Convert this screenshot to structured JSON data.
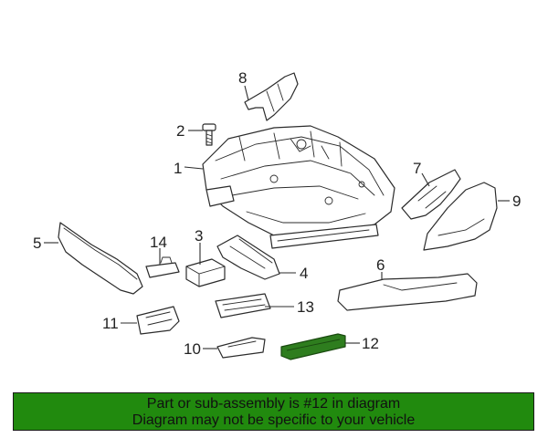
{
  "diagram": {
    "highlight_color": "#2e7d1e",
    "line_color": "#2b2b2b",
    "callouts": [
      {
        "id": "1",
        "label": "1",
        "part": "seat-frame"
      },
      {
        "id": "2",
        "label": "2",
        "part": "bolt"
      },
      {
        "id": "3",
        "label": "3",
        "part": "control-module"
      },
      {
        "id": "4",
        "label": "4",
        "part": "module-bracket"
      },
      {
        "id": "5",
        "label": "5",
        "part": "front-trim-panel"
      },
      {
        "id": "6",
        "label": "6",
        "part": "side-trim-panel"
      },
      {
        "id": "7",
        "label": "7",
        "part": "inner-shield"
      },
      {
        "id": "8",
        "label": "8",
        "part": "upper-cover"
      },
      {
        "id": "9",
        "label": "9",
        "part": "outer-shield"
      },
      {
        "id": "10",
        "label": "10",
        "part": "lower-bracket"
      },
      {
        "id": "11",
        "label": "11",
        "part": "side-bracket"
      },
      {
        "id": "12",
        "label": "12",
        "part": "track-cover",
        "highlighted": true
      },
      {
        "id": "13",
        "label": "13",
        "part": "cover-tray"
      },
      {
        "id": "14",
        "label": "14",
        "part": "small-block"
      }
    ]
  },
  "banner": {
    "line1": "Part or sub-assembly is #12 in diagram",
    "line2": "Diagram may not be specific to your vehicle",
    "background": "#218a0e"
  }
}
